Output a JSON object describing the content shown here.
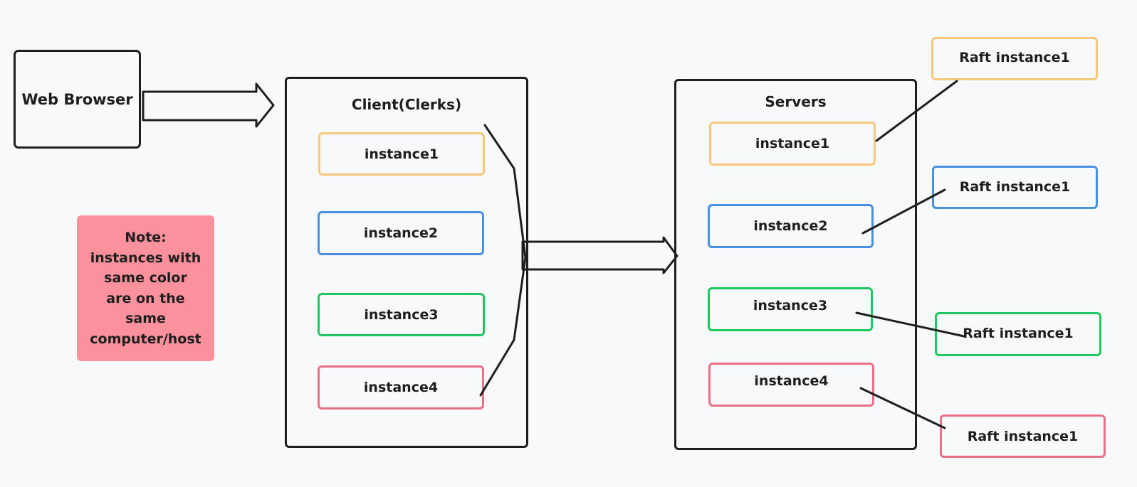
{
  "web_browser": {
    "label": "Web Browser"
  },
  "client": {
    "title": "Client(Clerks)",
    "instances": [
      "instance1",
      "instance2",
      "instance3",
      "instance4"
    ]
  },
  "servers": {
    "title": "Servers",
    "instances": [
      "instance1",
      "instance2",
      "instance3",
      "instance4"
    ]
  },
  "raft": [
    "Raft instance1",
    "Raft instance1",
    "Raft instance1",
    "Raft instance1"
  ],
  "note": {
    "lines": [
      "Note:",
      "instances with",
      "same color",
      "are on the",
      "same",
      "computer/host"
    ]
  },
  "colors": {
    "host1": "#f7c77a",
    "host2": "#4a90e2",
    "host3": "#1ec760",
    "host4": "#eb6f87",
    "note_fill": "#fb919c",
    "stroke": "#1e1e1e",
    "background": "#f8f9fa"
  }
}
